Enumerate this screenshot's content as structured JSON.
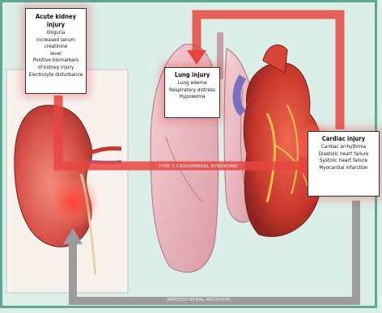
{
  "kidney_box": {
    "title": "Acute kidney injury",
    "lines": [
      "Oliguria",
      "Increased serum creatinine",
      "level",
      "Positive biomarkers",
      "of kidney injury",
      "Electrolyte disturbance"
    ]
  },
  "lung_box": {
    "title": "Lung injury",
    "lines": [
      "Lung edema",
      "Respiratory distress",
      "Hypoxemia"
    ]
  },
  "heart_box": {
    "title": "Cardiac injury",
    "lines": [
      "Cardiac arrhythmia",
      "Diastolic heart failure",
      "Systolic heart failure",
      "Myocardial infarction"
    ]
  },
  "flows": {
    "type3": "TYPE 3 CARDIORENAL SYNDROME",
    "recovery": "IMPEDED RENAL RECOVERY"
  },
  "colors": {
    "background": "#dbeee8",
    "frame": "#5fa894",
    "arrow_red": "#e8453f",
    "arrow_gray": "#9c9c9c",
    "kidney": "#d9544b",
    "lung": "#e8b4bc",
    "heart": "#c9372c"
  }
}
